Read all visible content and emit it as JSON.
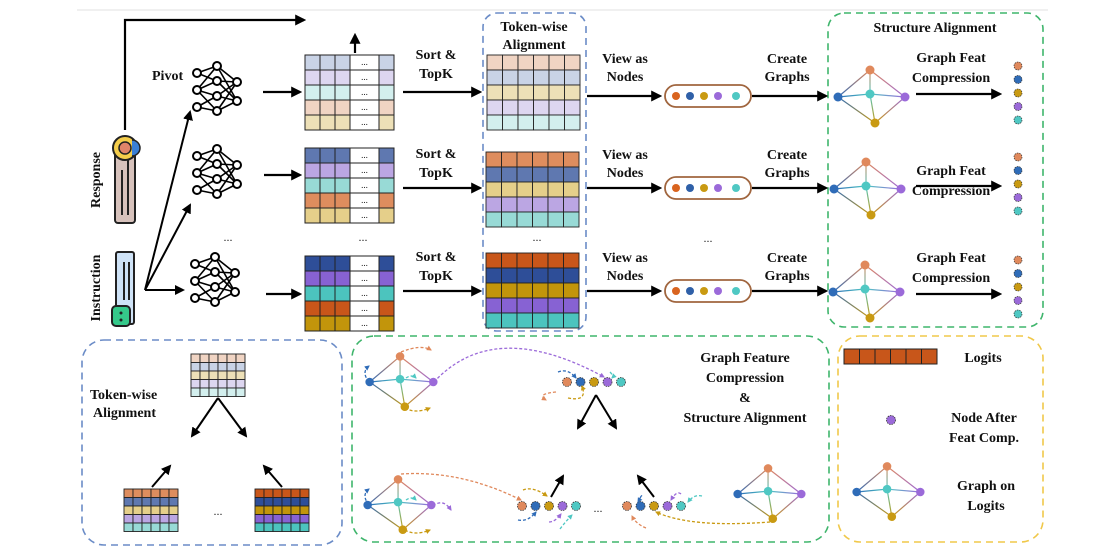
{
  "palette": {
    "light": [
      "#c9d3e6",
      "#ddd6f0",
      "#d3efee",
      "#f0d4c3",
      "#ede0b7"
    ],
    "medium": [
      "#5f78b0",
      "#bba6e3",
      "#98dad6",
      "#de8d5e",
      "#e5cf8a"
    ],
    "dark": [
      "#2e4e98",
      "#8762d3",
      "#4cc4be",
      "#c8561a",
      "#c2950b"
    ],
    "node_colors": [
      "#d9641f",
      "#2f60a8",
      "#c99a12",
      "#9b6ad9",
      "#4fc8c3"
    ],
    "graph_nodes": {
      "top": "#e0895c",
      "left": "#2f6cb8",
      "center": "#4fc8c3",
      "right": "#9b6ad9",
      "bottom": "#c99a12"
    },
    "border_blue": "#6b8cc7",
    "border_green": "#3fb56c",
    "border_yellow": "#f0c84a",
    "capsule_border": "#a0653e",
    "logits_fill": "#c8561a"
  },
  "inputs": {
    "response_label": "Response",
    "instruction_label": "Instruction"
  },
  "models": {
    "pivot_label": "Pivot",
    "ellipsis": "..."
  },
  "matrix": {
    "cell_ellipsis": "...",
    "ellipsis": "..."
  },
  "rows": [
    {
      "sort_label_1": "Sort &",
      "sort_label_2": "TopK",
      "view_label_1": "View as",
      "view_label_2": "Nodes",
      "create_label_1": "Create",
      "create_label_2": "Graphs",
      "compress_label_1": "Graph Feat",
      "compress_label_2": "Compression"
    },
    {
      "sort_label_1": "Sort &",
      "sort_label_2": "TopK",
      "view_label_1": "View as",
      "view_label_2": "Nodes",
      "create_label_1": "Create",
      "create_label_2": "Graphs",
      "compress_label_1": "Graph Feat",
      "compress_label_2": "Compression"
    },
    {
      "sort_label_1": "Sort &",
      "sort_label_2": "TopK",
      "view_label_1": "View as",
      "view_label_2": "Nodes",
      "create_label_1": "Create",
      "create_label_2": "Graphs",
      "compress_label_1": "Graph Feat",
      "compress_label_2": "Compression"
    }
  ],
  "token_wise": {
    "title_1": "Token-wise",
    "title_2": "Alignment",
    "ellipsis": "..."
  },
  "structure_alignment": {
    "title": "Structure Alignment"
  },
  "middle_ellipsis": "...",
  "bottom_left": {
    "title_1": "Token-wise",
    "title_2": "Alignment",
    "ellipsis": "..."
  },
  "bottom_center": {
    "title_1": "Graph Feature",
    "title_2": "Compression",
    "title_3": "&",
    "title_4": "Structure Alignment",
    "ellipsis": "..."
  },
  "legend": {
    "logits_label": "Logits",
    "node_label_1": "Node After",
    "node_label_2": "Feat Comp.",
    "graph_label_1": "Graph on",
    "graph_label_2": "Logits"
  }
}
